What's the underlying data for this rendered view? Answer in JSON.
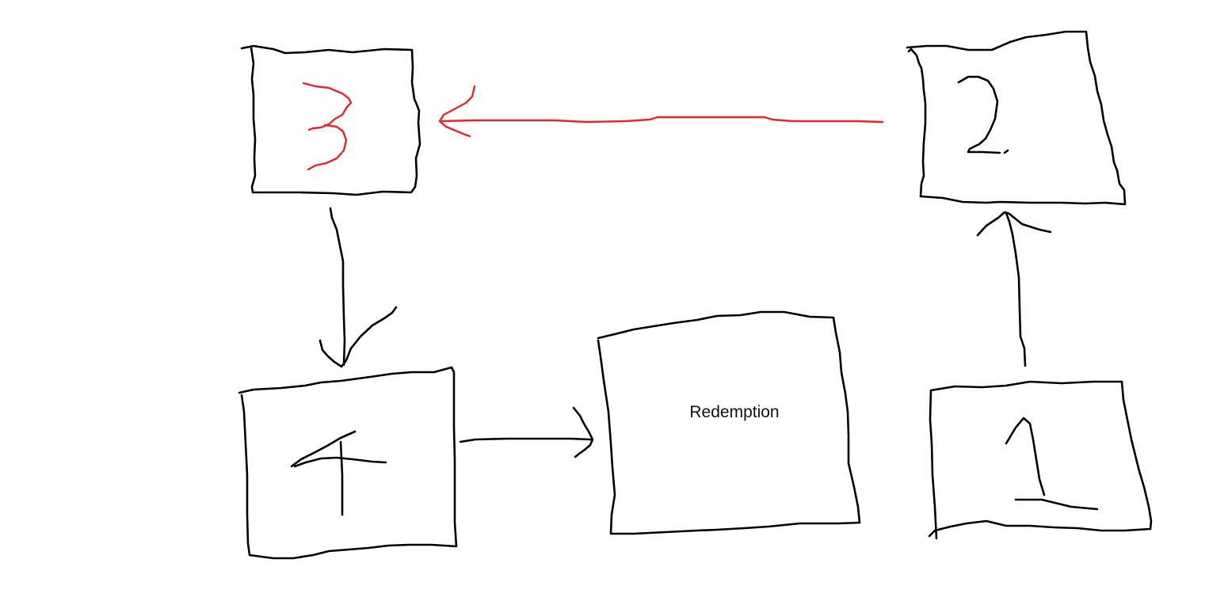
{
  "diagram": {
    "boxes": [
      {
        "id": "box-3",
        "label": "3",
        "color": "#e8262a"
      },
      {
        "id": "box-2",
        "label": "2",
        "color": "#000000"
      },
      {
        "id": "box-4",
        "label": "4",
        "color": "#000000"
      },
      {
        "id": "box-redemption",
        "label": "Redemption",
        "color": "#000000"
      },
      {
        "id": "box-1",
        "label": "1",
        "color": "#000000"
      }
    ],
    "arrows": [
      {
        "from": "box-1",
        "to": "box-2",
        "color": "#000000"
      },
      {
        "from": "box-2",
        "to": "box-3",
        "color": "#e8262a"
      },
      {
        "from": "box-3",
        "to": "box-4",
        "color": "#000000"
      },
      {
        "from": "box-4",
        "to": "box-redemption",
        "color": "#000000"
      }
    ],
    "colors": {
      "ink": "#000000",
      "accent": "#e8262a",
      "background": "#ffffff"
    }
  }
}
